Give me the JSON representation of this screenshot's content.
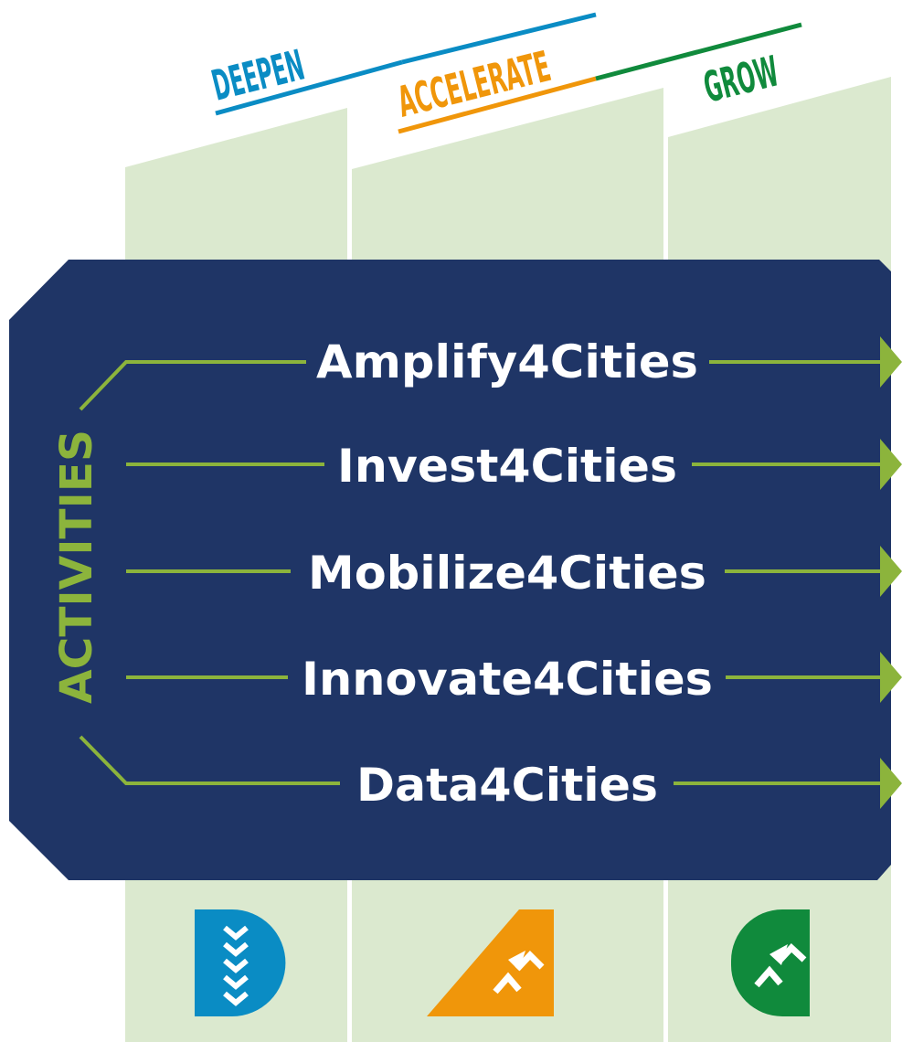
{
  "columns": [
    {
      "id": "deepen",
      "title": "DEEPEN",
      "color": "#0a8cc4",
      "icon": "deepen-icon"
    },
    {
      "id": "accelerate",
      "title": "ACCELERATE",
      "color": "#f0960a",
      "icon": "accelerate-icon"
    },
    {
      "id": "grow",
      "title": "GROW",
      "color": "#108a3c",
      "icon": "grow-icon"
    }
  ],
  "side_label": "ACTIVITIES",
  "activities": [
    {
      "label": "Amplify4Cities"
    },
    {
      "label": "Invest4Cities"
    },
    {
      "label": "Mobilize4Cities"
    },
    {
      "label": "Innovate4Cities"
    },
    {
      "label": "Data4Cities"
    }
  ],
  "colors": {
    "panel": "#1f3566",
    "column_bg": "#dbe9cf",
    "arrow": "#8cb43c",
    "text": "#ffffff"
  }
}
